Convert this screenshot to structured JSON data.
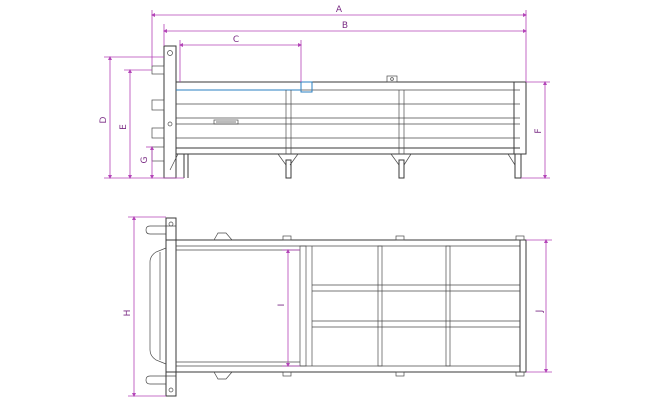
{
  "figure": {
    "colors": {
      "dimension": "#b445b8",
      "label": "#7a2b84",
      "outline": "#3a3a3a",
      "highlight": "#2a7fc0",
      "background": "#ffffff"
    },
    "side_view": {
      "dimensions": {
        "a": "A",
        "b": "B",
        "c": "C",
        "d": "D",
        "e": "E",
        "f": "F",
        "g": "G"
      }
    },
    "top_view": {
      "dimensions": {
        "h": "H",
        "i": "I",
        "j": "J"
      }
    }
  }
}
